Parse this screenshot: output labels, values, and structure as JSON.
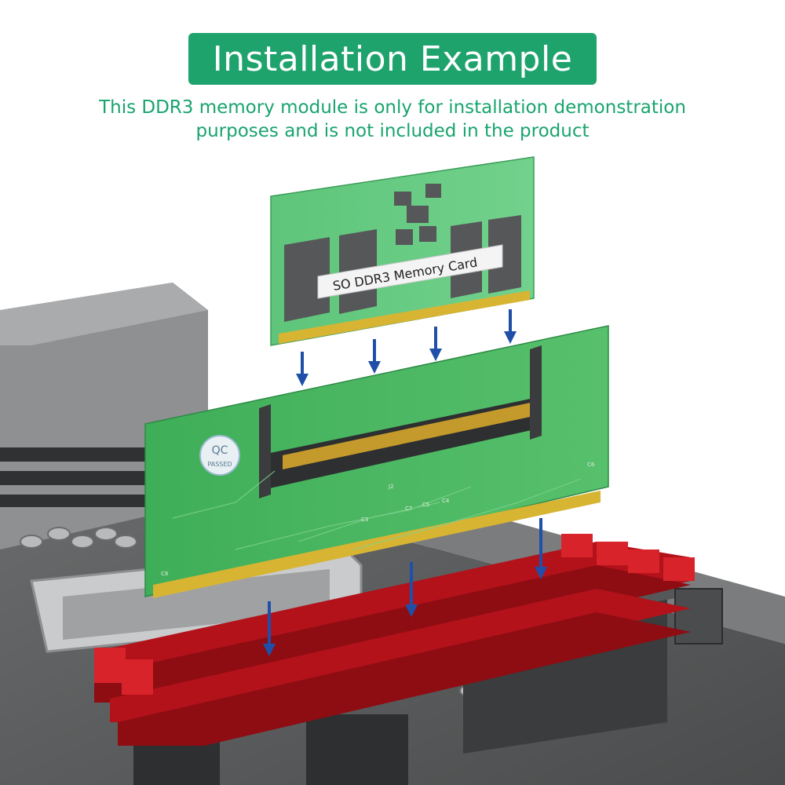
{
  "header": {
    "title": "Installation Example",
    "subtitle_line1": "This DDR3 memory module is only for installation demonstration",
    "subtitle_line2": "purposes and is not included in the product"
  },
  "module": {
    "label": "SO  DDR3  Memory  Card"
  },
  "adapter": {
    "qc_line1": "QC",
    "qc_line2": "PASSED",
    "ref_j2": "J2",
    "ref_c3": "C3",
    "ref_c4": "C4",
    "ref_c5": "C5",
    "ref_c6": "C6",
    "ref_c7": "C7",
    "ref_c8": "C8"
  },
  "colors": {
    "accent_green": "#1fa36d",
    "pcb_green": "#4fb96a",
    "arrow_blue": "#1f4fa8",
    "dimm_red": "#b3121a"
  }
}
